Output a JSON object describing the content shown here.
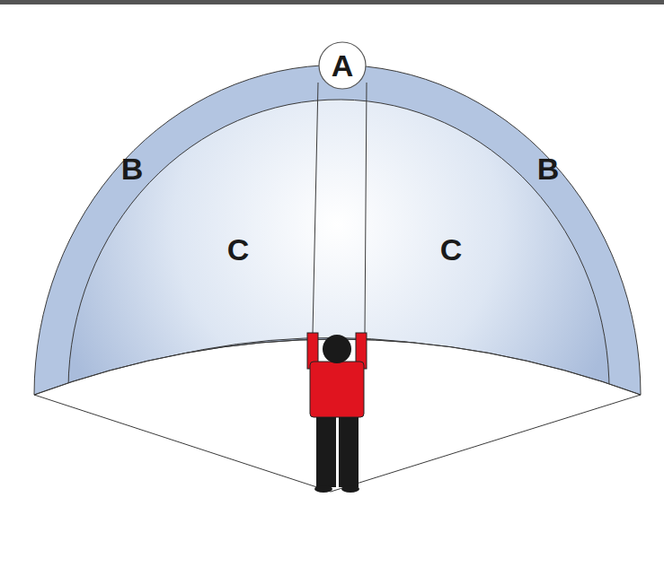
{
  "diagram": {
    "nodes": [
      {
        "text": [
          "A"
        ]
      }
    ],
    "labels": [
      "B",
      "B",
      "C",
      "C"
    ]
  }
}
